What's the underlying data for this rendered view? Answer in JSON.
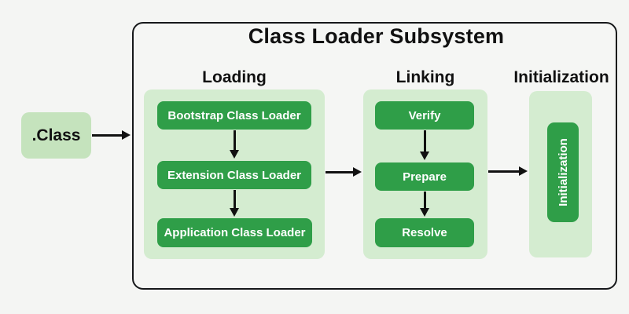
{
  "diagram": {
    "title": "Class Loader Subsystem",
    "input_node": {
      "label": ".Class"
    },
    "sections": [
      {
        "name": "Loading",
        "nodes": [
          "Bootstrap Class Loader",
          "Extension Class Loader",
          "Application Class Loader"
        ]
      },
      {
        "name": "Linking",
        "nodes": [
          "Verify",
          "Prepare",
          "Resolve"
        ]
      },
      {
        "name": "Initialization",
        "nodes": [
          "Initialization"
        ],
        "node_orientation": "vertical"
      }
    ],
    "flow": [
      ".Class -> Class Loader Subsystem",
      "Bootstrap Class Loader -> Extension Class Loader",
      "Extension Class Loader -> Application Class Loader",
      "Loading -> Linking",
      "Verify -> Prepare",
      "Prepare -> Resolve",
      "Linking -> Initialization"
    ],
    "colors": {
      "background": "#f4f5f3",
      "outer_border": "#16181a",
      "panel_fill": "#d4ecd0",
      "input_fill": "#c5e3bd",
      "node_fill": "#2f9e48",
      "node_text": "#ffffff",
      "arrow": "#111111",
      "heading_text": "#111111"
    }
  }
}
